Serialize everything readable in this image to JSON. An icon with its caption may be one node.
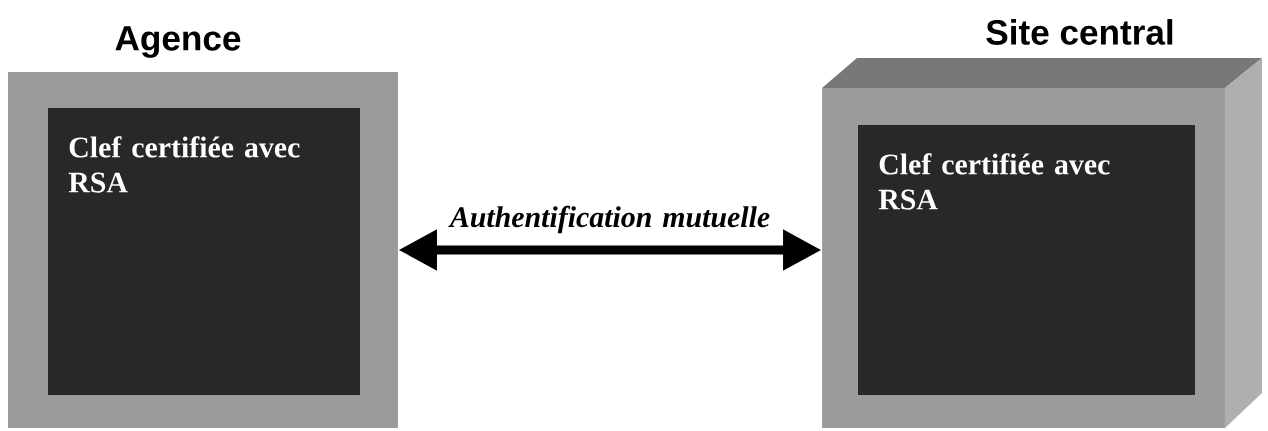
{
  "diagram": {
    "nodes": [
      {
        "text": [
          "Agence",
          "Clef certifiée avec RSA"
        ]
      },
      {
        "text": [
          "Site central",
          "Clef certifiée avec RSA"
        ]
      }
    ],
    "edges": [
      {
        "from": 0,
        "to": 1,
        "arrow": "both",
        "label": "Authentification mutuelle"
      }
    ]
  }
}
